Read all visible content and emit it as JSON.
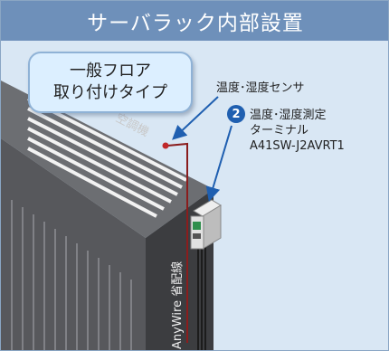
{
  "title": "サーバラック内部設置",
  "floor_tag": {
    "line1": "一般フロア",
    "line2": "取り付けタイプ"
  },
  "sensor_label": "温度･湿度センサ",
  "aircon_label": "空調機",
  "terminal": {
    "number": "2",
    "line1": "温度･湿度測定",
    "line2": "ターミナル",
    "model": "A41SW-J2AVRT1"
  },
  "cable_label": "AnyWire 省配線",
  "colors": {
    "title_bar": "#6e90ba",
    "background": "#d9e7f4",
    "arrow": "#1f5fb0",
    "unit_top": "#6c6e72",
    "unit_front": "#57585c",
    "unit_side": "#3c3d40"
  }
}
